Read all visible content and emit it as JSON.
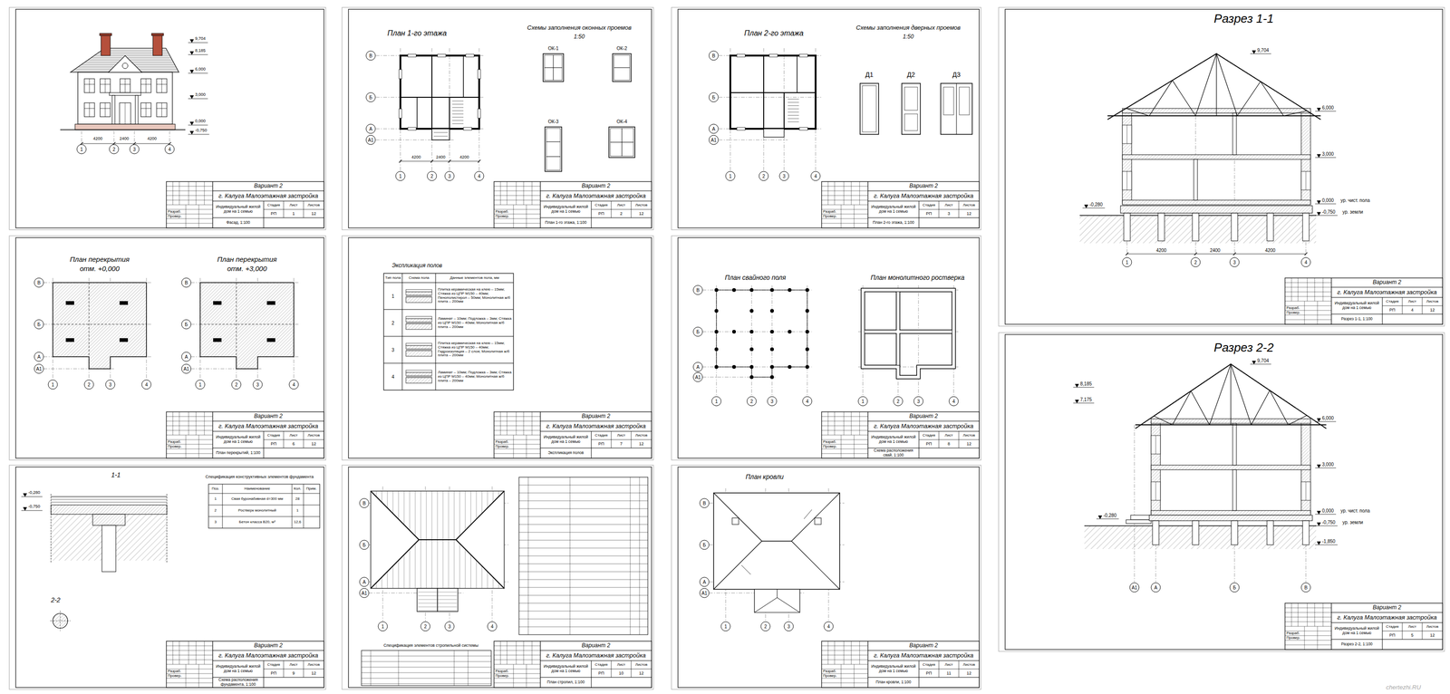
{
  "diagram": {
    "nodes": [
      {
        "text": [
          "Вариант 2",
          "г. Калуга Малоэтажная застройка",
          "Индивидуальный жилой дом на 1 семью",
          "Фасад, 1:100",
          "Стадия",
          "Лист",
          "Листов",
          "РП",
          "1",
          "12",
          "Разраб.",
          "Провер."
        ]
      },
      {
        "text": [
          "Вариант 2",
          "г. Калуга Малоэтажная застройка",
          "Индивидуальный жилой дом на 1 семью",
          "План 1-го этажа, 1:100",
          "Стадия",
          "Лист",
          "Листов",
          "РП",
          "2",
          "12",
          "Разраб.",
          "Провер."
        ]
      },
      {
        "text": [
          "Вариант 2",
          "г. Калуга Малоэтажная застройка",
          "Индивидуальный жилой дом на 1 семью",
          "План 2-го этажа, 1:100",
          "Стадия",
          "Лист",
          "Листов",
          "РП",
          "3",
          "12",
          "Разраб.",
          "Провер."
        ]
      },
      {
        "text": [
          "Вариант 2",
          "г. Калуга Малоэтажная застройка",
          "Индивидуальный жилой дом на 1 семью",
          "Разрез 1-1, 1:100",
          "Стадия",
          "Лист",
          "Листов",
          "РП",
          "4",
          "12",
          "Разраб.",
          "Провер."
        ]
      },
      {
        "text": [
          "Вариант 2",
          "г. Калуга Малоэтажная застройка",
          "Индивидуальный жилой дом на 1 семью",
          "План перекрытий, 1:100",
          "Стадия",
          "Лист",
          "Листов",
          "РП",
          "6",
          "12",
          "Разраб.",
          "Провер."
        ]
      },
      {
        "text": [
          "Вариант 2",
          "г. Калуга Малоэтажная застройка",
          "Индивидуальный жилой дом на 1 семью",
          "Экспликация полов",
          "Стадия",
          "Лист",
          "Листов",
          "РП",
          "7",
          "12",
          "Разраб.",
          "Провер."
        ]
      },
      {
        "text": [
          "Вариант 2",
          "г. Калуга Малоэтажная застройка",
          "Индивидуальный жилой дом на 1 семью",
          "Схема расположения свай, 1:100",
          "Стадия",
          "Лист",
          "Листов",
          "РП",
          "8",
          "12",
          "Разраб.",
          "Провер."
        ]
      },
      {
        "text": [
          "Вариант 2",
          "г. Калуга Малоэтажная застройка",
          "Индивидуальный жилой дом на 1 семью",
          "Разрез 2-2, 1:100",
          "Стадия",
          "Лист",
          "Листов",
          "РП",
          "5",
          "12",
          "Разраб.",
          "Провер."
        ]
      },
      {
        "text": [
          "Вариант 2",
          "г. Калуга Малоэтажная застройка",
          "Индивидуальный жилой дом на 1 семью",
          "Схема расположения фундамента, 1:100",
          "Стадия",
          "Лист",
          "Листов",
          "РП",
          "9",
          "12",
          "Разраб.",
          "Провер."
        ]
      },
      {
        "text": [
          "Вариант 2",
          "г. Калуга Малоэтажная застройка",
          "Индивидуальный жилой дом на 1 семью",
          "План стропил, 1:100",
          "Стадия",
          "Лист",
          "Листов",
          "РП",
          "10",
          "12",
          "Разраб.",
          "Провер."
        ]
      },
      {
        "text": [
          "Вариант 2",
          "г. Калуга Малоэтажная застройка",
          "Индивидуальный жилой дом на 1 семью",
          "План кровли, 1:100",
          "Стадия",
          "Лист",
          "Листов",
          "РП",
          "11",
          "12",
          "Разраб.",
          "Провер."
        ]
      }
    ],
    "labels": [
      "1",
      "2",
      "3",
      "4",
      "4200",
      "2400",
      "4200",
      "9,704",
      "8,185",
      "6,000",
      "3,000",
      "0,000",
      "-0,750",
      "План 1-го этажа",
      "Схемы заполнения оконных проемов",
      "1:50",
      "ОК-1",
      "ОК-2",
      "ОК-3",
      "ОК-4",
      "В",
      "Б",
      "А",
      "А1",
      "1",
      "2",
      "3",
      "4",
      "4200",
      "2400",
      "4200",
      "План 2-го этажа",
      "Схемы заполнения дверных проемов",
      "1:50",
      "Д1",
      "Д2",
      "Д3",
      "В",
      "Б",
      "А",
      "А1",
      "1",
      "2",
      "3",
      "4",
      "План перекрытия",
      "отм. +0,000",
      "План перекрытия",
      "отм. +3,000",
      "В",
      "Б",
      "А",
      "А1",
      "1",
      "2",
      "3",
      "4",
      "В",
      "Б",
      "А",
      "А1",
      "1",
      "2",
      "3",
      "4",
      "Экспликация полов",
      "Тип пола",
      "Схема пола",
      "Данные элементов пола, мм",
      "1",
      "Плитка керамическая на клею – 15мм; Стяжка из ЦПР М150 – 40мм; Пенополистирол – 50мм; Монолитная ж/б плита – 200мм",
      "2",
      "Ламинат – 10мм; Подложка – 3мм; Стяжка из ЦПР М150 – 40мм; Монолитная ж/б плита – 200мм",
      "3",
      "Плитка керамическая на клею – 15мм; Стяжка из ЦПР М150 – 40мм; Гидроизоляция – 2 слоя; Монолитная ж/б плита – 200мм",
      "4",
      "Ламинат – 10мм; Подложка – 3мм; Стяжка из ЦПР М150 – 40мм; Монолитная ж/б плита – 200мм",
      "План свайного поля",
      "План монолитного ростверка",
      "В",
      "Б",
      "А",
      "А1",
      "1",
      "2",
      "3",
      "4",
      "1",
      "2",
      "3",
      "4",
      "1-1",
      "2-2",
      "-0,280",
      "-0,750",
      "Спецификация конструктивных элементов фундамента",
      "Поз.",
      "Наименование",
      "Кол.",
      "Прим.",
      "1",
      "Свая буронабивная d=300 мм",
      "28",
      "2",
      "Ростверк монолитный",
      "1",
      "3",
      "Бетон класса В20, м³",
      "12,6",
      "В",
      "Б",
      "А",
      "А1",
      "1",
      "2",
      "3",
      "4",
      "Спецификация элементов стропильной системы",
      "План кровли",
      "В",
      "Б",
      "А",
      "А1",
      "1",
      "2",
      "3",
      "4",
      "Разрез 1-1",
      "9,704",
      "6,000",
      "3,000",
      "0,000",
      "ур. чист. пола",
      "-0,750",
      "ур. земли",
      "-0,280",
      "1",
      "2",
      "3",
      "4",
      "4200",
      "2400",
      "4200",
      "Разрез 2-2",
      "9,704",
      "8,185",
      "7,175",
      "6,000",
      "3,000",
      "0,000",
      "ур. чист. пола",
      "-0,750",
      "ур. земли",
      "-0,280",
      "-1,850",
      "А1",
      "А",
      "Б",
      "В",
      "chertezhi.RU"
    ]
  }
}
